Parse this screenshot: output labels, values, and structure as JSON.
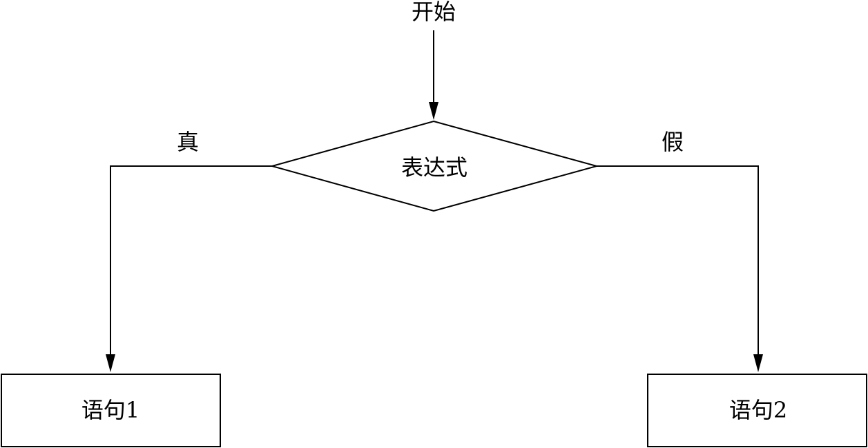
{
  "diagram": {
    "type": "flowchart",
    "nodes": {
      "start": {
        "label": "开始"
      },
      "condition": {
        "label": "表达式",
        "shape": "diamond"
      },
      "statement1": {
        "label": "语句1",
        "shape": "rectangle"
      },
      "statement2": {
        "label": "语句2",
        "shape": "rectangle"
      }
    },
    "edges": [
      {
        "from": "start",
        "to": "condition",
        "label": ""
      },
      {
        "from": "condition",
        "to": "statement1",
        "label": "真"
      },
      {
        "from": "condition",
        "to": "statement2",
        "label": "假"
      }
    ],
    "colors": {
      "stroke": "#000000",
      "background": "#ffffff"
    }
  }
}
